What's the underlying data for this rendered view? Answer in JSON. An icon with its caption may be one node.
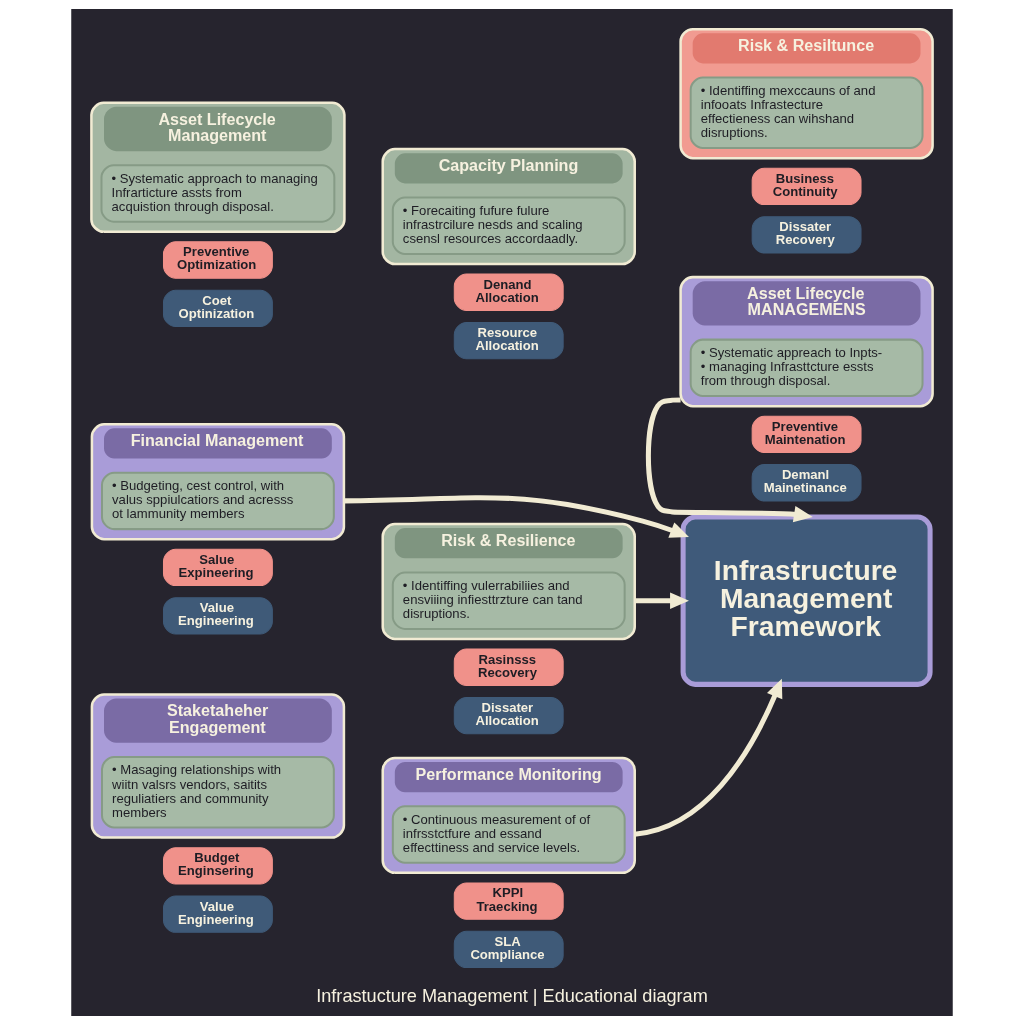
{
  "diagram": {
    "caption": "Infrastucture Management | Educational diagram",
    "nodes": [
      {
        "text": [
          "Asset Lifecycle Management"
        ]
      },
      {
        "text": [
          "• Systematic approach to managing Infrarticture assts from acquistion through disposal."
        ],
        "in": 0
      },
      {
        "text": [
          "Preventive Optimization"
        ]
      },
      {
        "text": [
          "Coet Optinization"
        ]
      },
      {
        "text": [
          "Asset Lifecycle MANAGEMENS"
        ]
      },
      {
        "text": [
          "• Systematic appreach to Inpts-",
          "• managing Infrasttcture essts from through disposal."
        ],
        "in": 4
      },
      {
        "text": [
          "Preventive Maintenation"
        ]
      },
      {
        "text": [
          "Demanl Mainetinance"
        ]
      },
      {
        "text": [
          "Capacity Planning"
        ]
      },
      {
        "text": [
          "• Forecaiting fufure fulure infrastrcilure nesds and scaling csensl resources accordaadly."
        ],
        "in": 8
      },
      {
        "text": [
          "Denand Allocation"
        ]
      },
      {
        "text": [
          "Resource Allocation"
        ]
      },
      {
        "text": [
          "Financial Management"
        ]
      },
      {
        "text": [
          "• Budgeting, cest control, with valus sppiulcatiors and acresss ot lammunity members"
        ],
        "in": 12
      },
      {
        "text": [
          "Salue Expineering"
        ]
      },
      {
        "text": [
          "Value Engineering"
        ]
      },
      {
        "text": [
          "Infrastructure Management Framework"
        ]
      },
      {
        "text": [
          "Risk & Resilience"
        ]
      },
      {
        "text": [
          "• Identiffing vulerrabiliies and ensviiing infiesttrzture can tand disruptions."
        ],
        "in": 17
      },
      {
        "text": [
          "Rasinsss Recovery"
        ]
      },
      {
        "text": [
          "Dissater Allocation"
        ]
      },
      {
        "text": [
          "Staketaheher Engagement"
        ]
      },
      {
        "text": [
          "• Masaging relationships with wiitn valsrs vendors, saitits reguliatiers and community members"
        ],
        "in": 21
      },
      {
        "text": [
          "Budget Enginsering"
        ]
      },
      {
        "text": [
          "Value Engineering"
        ]
      },
      {
        "text": [
          "Performance Monitoring"
        ]
      },
      {
        "text": [
          "• Continuous measurement of of infrsstctfure and essand effecttiness and service levels."
        ],
        "in": 25
      },
      {
        "text": [
          "KPPI Traecking"
        ]
      },
      {
        "text": [
          "SLA Compliance"
        ]
      },
      {
        "text": [
          "Risk & Resiltunce"
        ]
      },
      {
        "text": [
          "• Identiffing mexccauns of and infooats Infrastecture effectieness can wihshand disruptions."
        ],
        "in": 29
      },
      {
        "text": [
          "Business Continuity"
        ]
      },
      {
        "text": [
          "Dissater Recovery"
        ]
      }
    ],
    "edges": [
      {
        "from": 4,
        "to": 16,
        "arrow": "to"
      },
      {
        "from": 12,
        "to": 16,
        "arrow": "to"
      },
      {
        "from": 17,
        "to": 16,
        "arrow": "to"
      },
      {
        "from": 25,
        "to": 16,
        "arrow": "to"
      }
    ]
  }
}
